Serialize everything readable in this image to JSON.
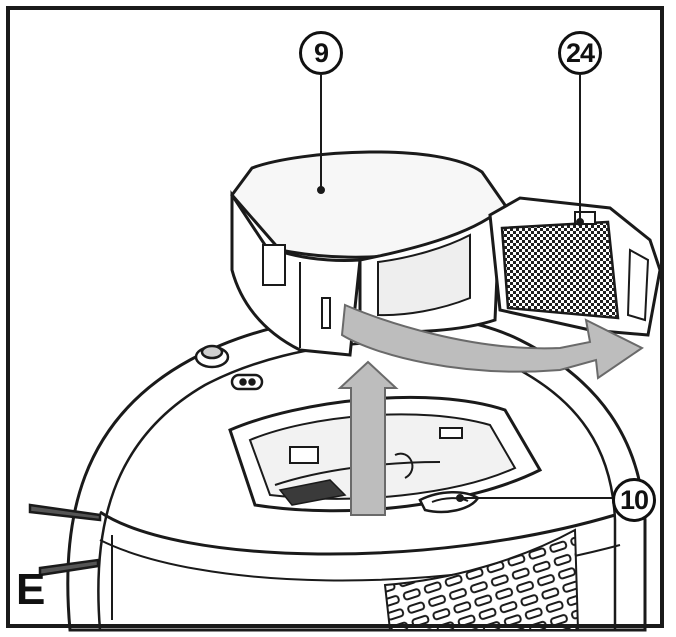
{
  "figure": {
    "letter": "E",
    "callouts": {
      "dust_bin": "9",
      "filter": "24",
      "release_button": "10"
    }
  },
  "colors": {
    "line": "#1a1a1a",
    "arrow_fill": "#b8b8b8",
    "shade": "#d9d9d9",
    "filter_mesh": "#2a2a2a",
    "background": "#ffffff"
  }
}
